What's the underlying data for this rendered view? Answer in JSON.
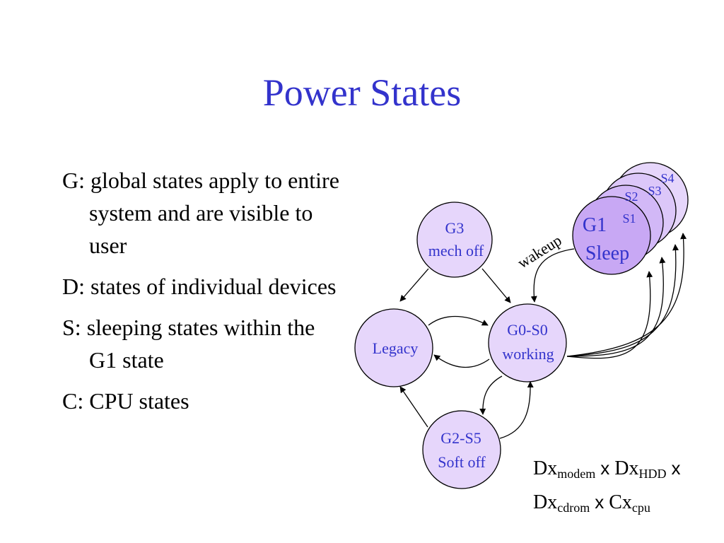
{
  "title": "Power States",
  "bullets": [
    "G: global states apply to entire system and are visible to user",
    "D: states of individual devices",
    "S: sleeping states within the G1 state",
    "C: CPU states"
  ],
  "diagram": {
    "nodes": {
      "g3": [
        "G3",
        "mech off"
      ],
      "legacy": [
        "Legacy"
      ],
      "g0": [
        "G0-S0",
        "working"
      ],
      "g2": [
        "G2-S5",
        "Soft off"
      ],
      "g1": [
        "G1",
        "Sleep"
      ],
      "s1": "S1",
      "s2": "S2",
      "s3": "S3",
      "s4": "S4"
    },
    "edge_label": "wakeup",
    "colors": {
      "node_fill": "#e6d6fb",
      "g1_fill": "#c8a8f4",
      "text": "#3333cc",
      "stroke": "#000000"
    }
  },
  "formula": {
    "dx": "Dx",
    "modem": "modem",
    "times": "x",
    "hdd": "HDD",
    "cdrom": "cdrom",
    "cx": "Cx",
    "cpu": "cpu"
  }
}
